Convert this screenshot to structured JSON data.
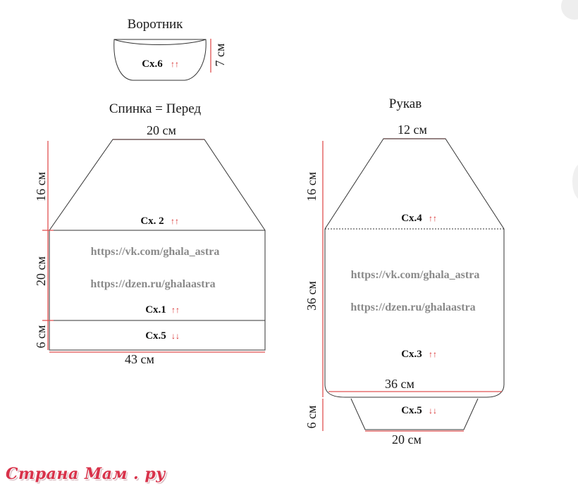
{
  "collar": {
    "title": "Воротник",
    "height_label": "7 см",
    "scheme_label": "Сх.6",
    "scheme_arrows": "↑↑"
  },
  "body": {
    "title": "Спинка = Перед",
    "top_width_label": "20 см",
    "upper_height_label": "16 см",
    "middle_height_label": "20 см",
    "bottom_height_label": "6 см",
    "bottom_width_label": "43 см",
    "scheme_top_label": "Сх. 2",
    "scheme_top_arrows": "↑↑",
    "scheme_mid_label": "Сх.1",
    "scheme_mid_arrows": "↑↑",
    "scheme_bottom_label": "Сх.5",
    "scheme_bottom_arrows": "↓↓",
    "url_vk": "https://vk.com/ghala_astra",
    "url_dzen": "https://dzen.ru/ghalaastra"
  },
  "sleeve": {
    "title": "Рукав",
    "top_width_label": "12 см",
    "upper_height_label": "16 см",
    "middle_height_label": "36 см",
    "bottom_height_label": "6 см",
    "cuff_top_width_label": "36 см",
    "cuff_bottom_width_label": "20 см",
    "scheme_top_label": "Сх.4",
    "scheme_top_arrows": "↑↑",
    "scheme_mid_label": "Сх.3",
    "scheme_mid_arrows": "↑↑",
    "scheme_cuff_label": "Сх.5",
    "scheme_cuff_arrows": "↓↓",
    "url_vk": "https://vk.com/ghala_astra",
    "url_dzen": "https://dzen.ru/ghalaastra"
  },
  "watermark": {
    "text": "Страна Мам . ру",
    "color": "#d8324a"
  },
  "colors": {
    "outline": "#333333",
    "dimension_line": "#e05050",
    "arrow": "#d62b2b",
    "url": "#8a8a8a"
  }
}
